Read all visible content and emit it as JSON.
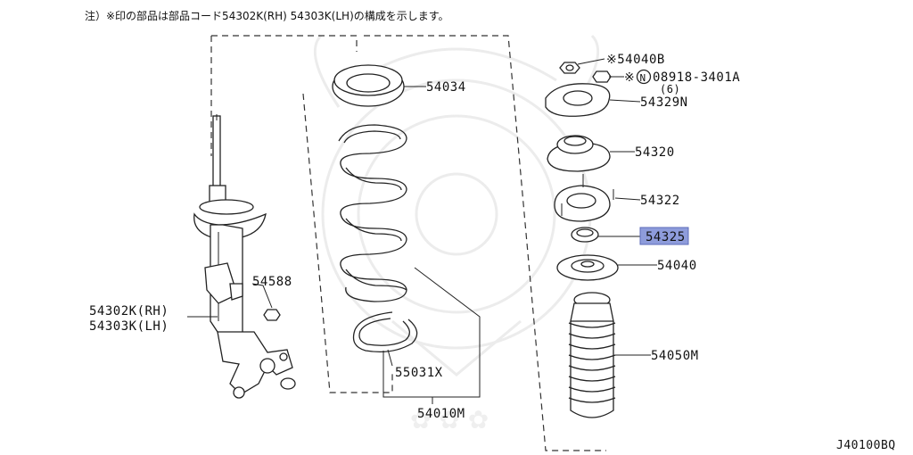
{
  "note": "注）※印の部品は部品コード54302K(RH) 54303K(LH)の構成を示します。",
  "diagram_code": "J40100BQ",
  "highlight_color": "#8e9cdb",
  "callouts": {
    "c54034": "54034",
    "c54040b": "※54040B",
    "c08918_prefix": "※",
    "c08918_circle": "N",
    "c08918": "08918-3401A",
    "c08918_qty": "(6)",
    "c54329n": "54329N",
    "c54320": "54320",
    "c54322": "54322",
    "c54325": "54325",
    "c54040": "54040",
    "c54050m": "54050M",
    "c54588": "54588",
    "c54302k": "54302K(RH)",
    "c54303k": "54303K(LH)",
    "c55031x": "55031X",
    "c54010m": "54010M"
  }
}
